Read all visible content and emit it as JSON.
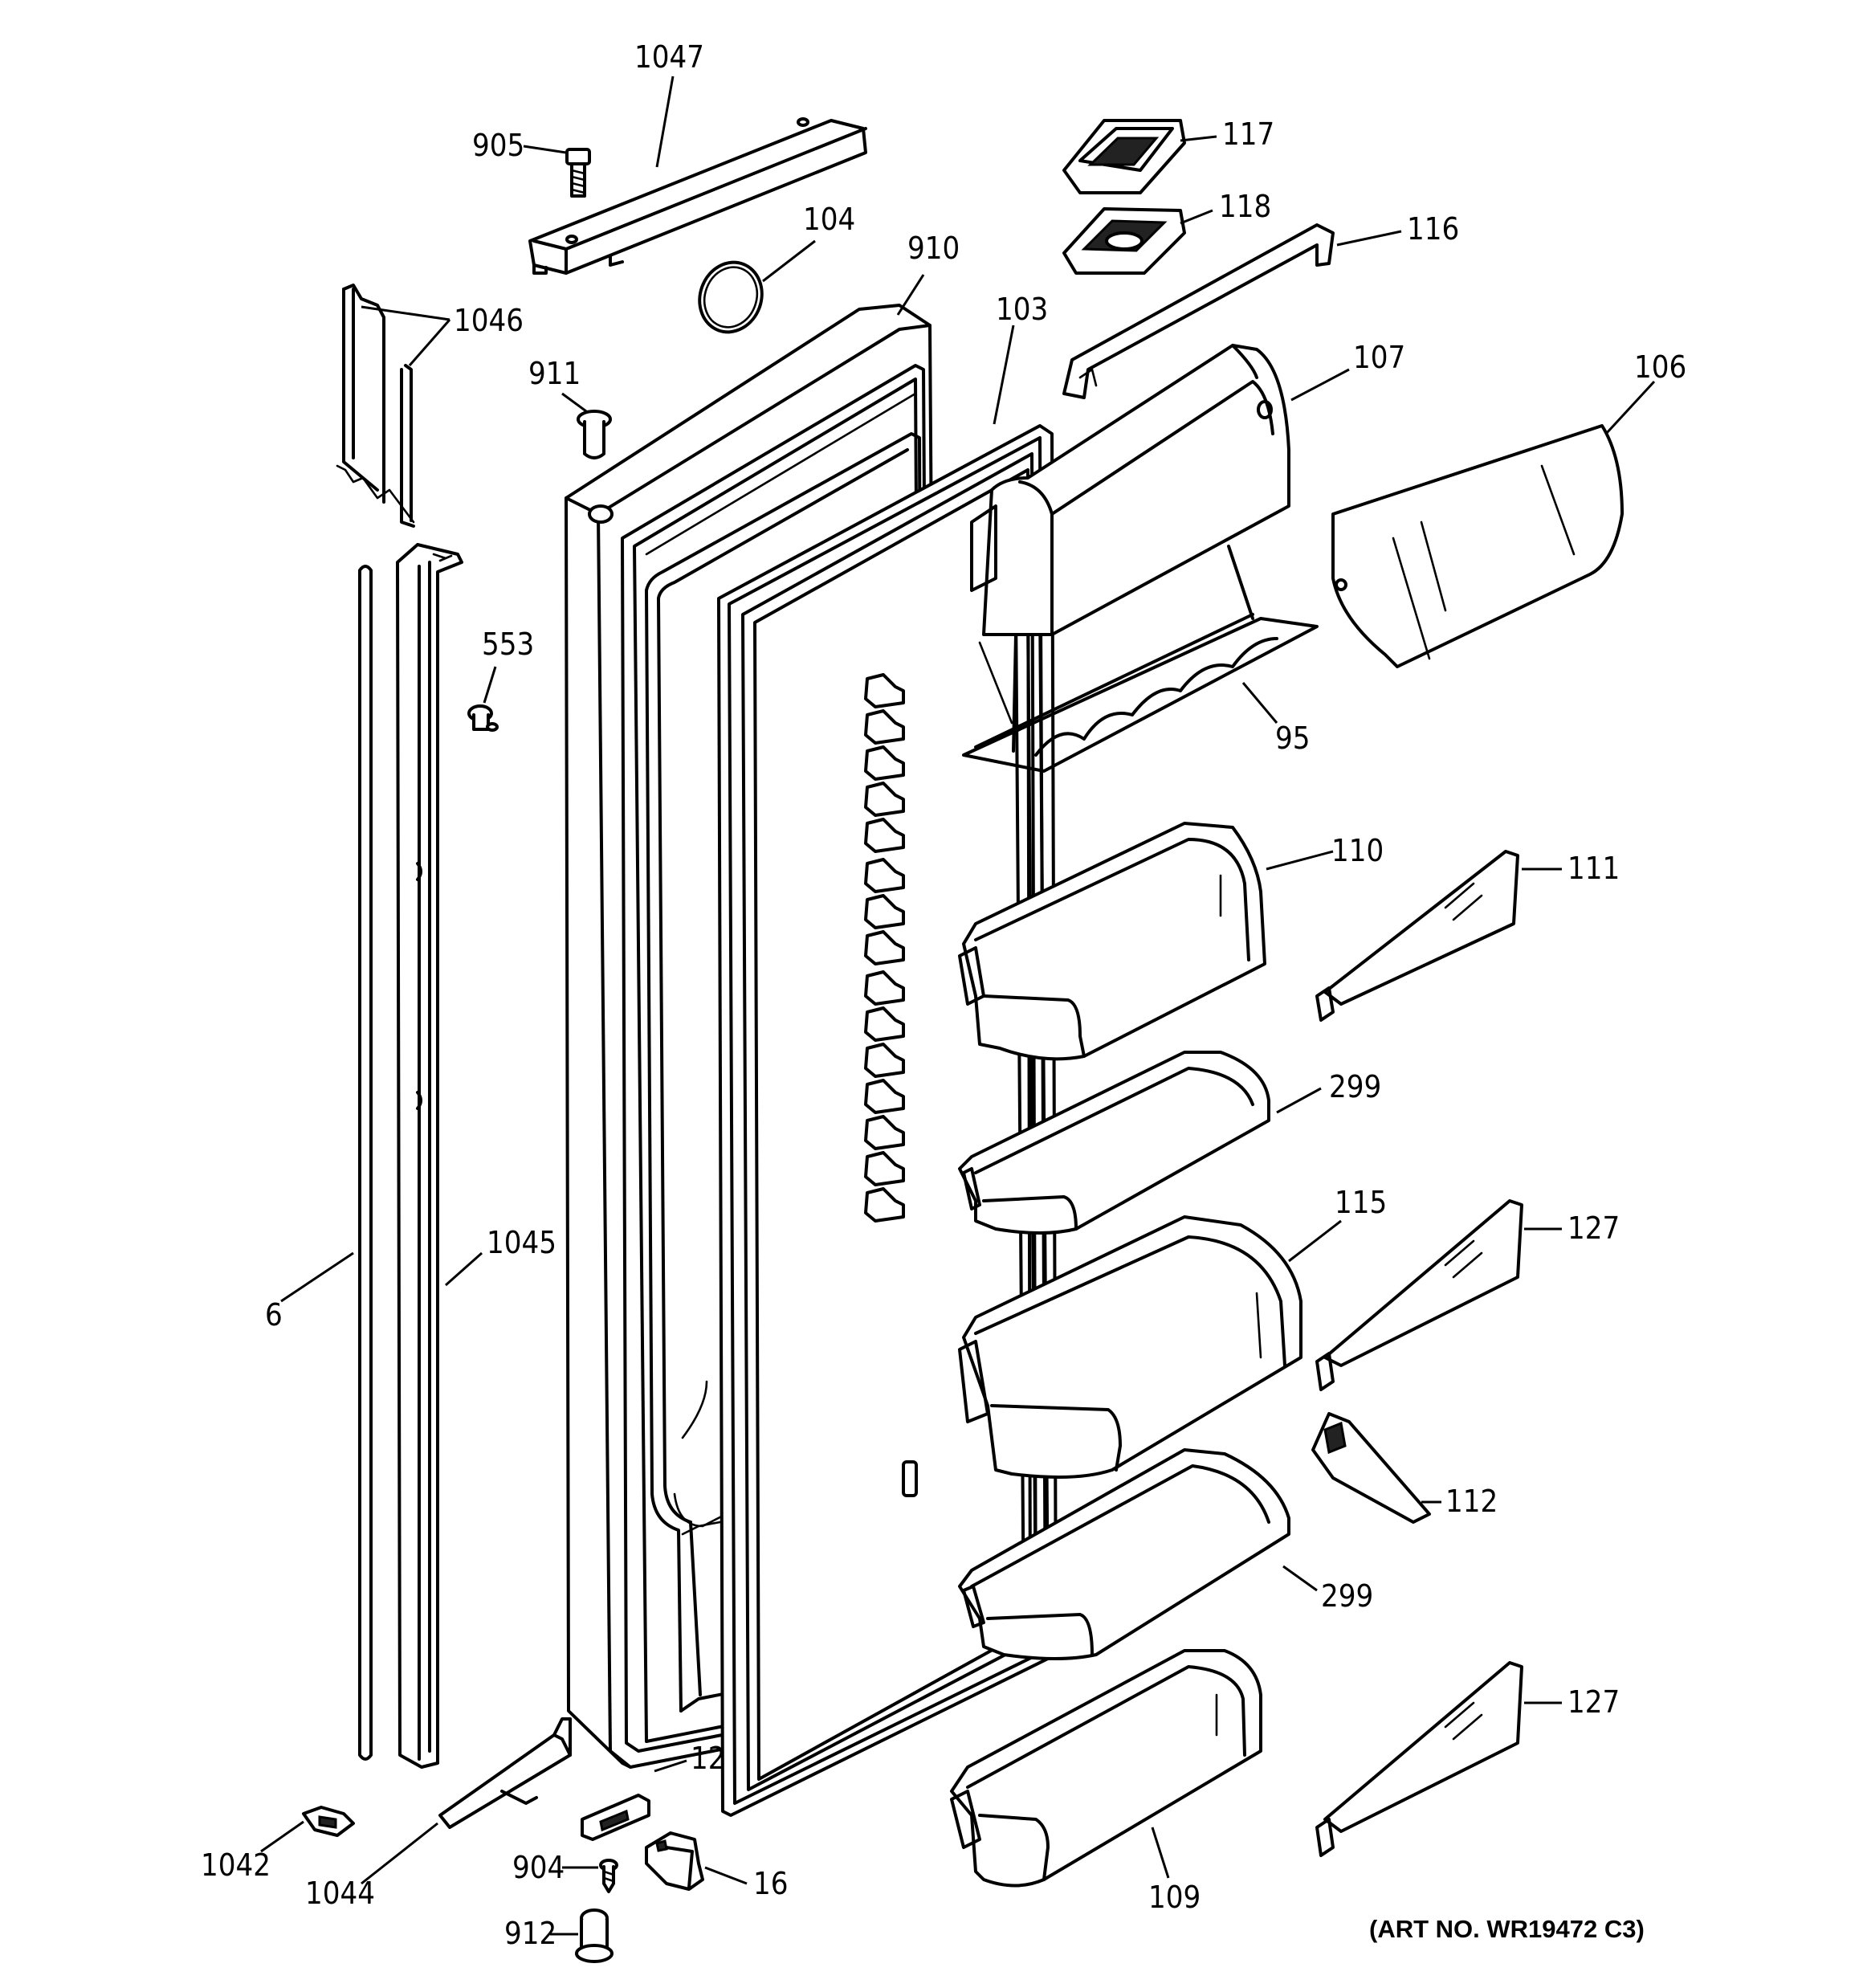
{
  "diagram": {
    "art_number": "(ART NO. WR19472 C3)",
    "callouts": [
      {
        "id": "c1047",
        "label": "1047"
      },
      {
        "id": "c905",
        "label": "905"
      },
      {
        "id": "c104",
        "label": "104"
      },
      {
        "id": "c910",
        "label": "910"
      },
      {
        "id": "c103",
        "label": "103"
      },
      {
        "id": "c117",
        "label": "117"
      },
      {
        "id": "c118",
        "label": "118"
      },
      {
        "id": "c116",
        "label": "116"
      },
      {
        "id": "c1046",
        "label": "1046"
      },
      {
        "id": "c911",
        "label": "911"
      },
      {
        "id": "c107",
        "label": "107"
      },
      {
        "id": "c106",
        "label": "106"
      },
      {
        "id": "c553",
        "label": "553"
      },
      {
        "id": "c95",
        "label": "95"
      },
      {
        "id": "c110",
        "label": "110"
      },
      {
        "id": "c111",
        "label": "111"
      },
      {
        "id": "c299a",
        "label": "299"
      },
      {
        "id": "c115",
        "label": "115"
      },
      {
        "id": "c127a",
        "label": "127"
      },
      {
        "id": "c1045",
        "label": "1045"
      },
      {
        "id": "c6",
        "label": "6"
      },
      {
        "id": "c112",
        "label": "112"
      },
      {
        "id": "c299b",
        "label": "299"
      },
      {
        "id": "c127b",
        "label": "127"
      },
      {
        "id": "c12",
        "label": "12"
      },
      {
        "id": "c1042",
        "label": "1042"
      },
      {
        "id": "c1044",
        "label": "1044"
      },
      {
        "id": "c904",
        "label": "904"
      },
      {
        "id": "c16",
        "label": "16"
      },
      {
        "id": "c109",
        "label": "109"
      },
      {
        "id": "c912",
        "label": "912"
      }
    ]
  }
}
